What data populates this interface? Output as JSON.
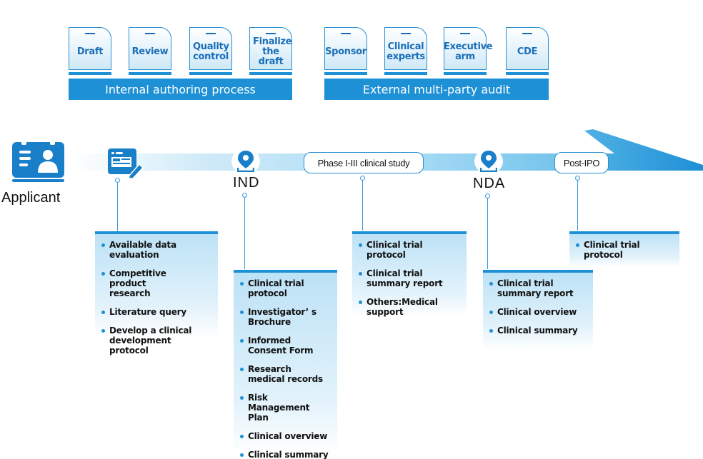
{
  "colors": {
    "accent": "#1e90d6",
    "card_text": "#1a6fb8",
    "text": "#111111"
  },
  "internal": {
    "title": "Internal authoring process",
    "steps": [
      "Draft",
      "Review",
      "Quality control",
      "Finalize the draft"
    ]
  },
  "external": {
    "title": "External multi-party audit",
    "steps": [
      "Sponsor",
      "Clinical experts",
      "Executive arm",
      "CDE"
    ]
  },
  "timeline": {
    "applicant_label": "Applicant",
    "milestones": {
      "ind": "IND",
      "nda": "NDA"
    },
    "phases": {
      "clinical_study": "Phase I-III clinical study",
      "post_ipo": "Post-IPO"
    }
  },
  "lists": {
    "preparation": [
      "Available data evaluation",
      "Competitive product research",
      "Literature query",
      "Develop a clinical development protocol"
    ],
    "ind": [
      "Clinical trial protocol",
      "Investigator’ s Brochure",
      "Informed Consent Form",
      "Research medical records",
      "Risk Management Plan",
      "Clinical overview",
      "Clinical summary"
    ],
    "clinical_study": [
      "Clinical trial protocol",
      "Clinical trial summary report",
      "Others:Medical support"
    ],
    "nda": [
      "Clinical trial summary report",
      "Clinical overview",
      "Clinical summary"
    ],
    "post_ipo": [
      "Clinical trial protocol"
    ]
  }
}
